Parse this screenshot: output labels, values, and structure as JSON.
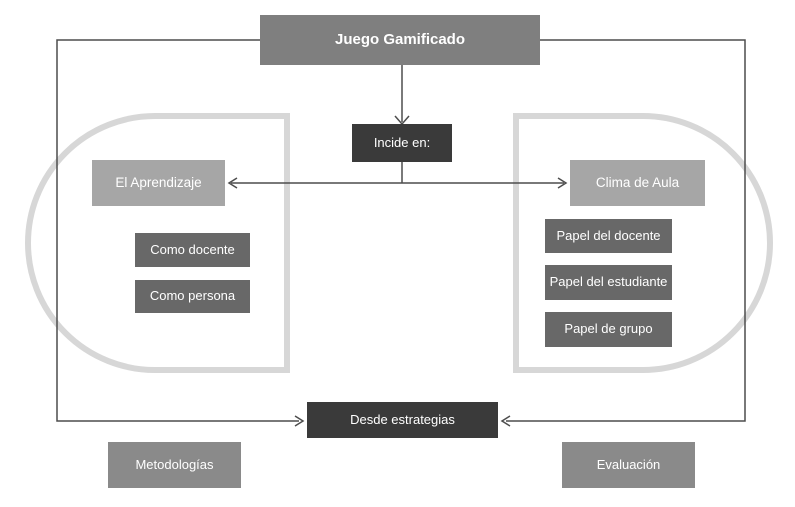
{
  "diagram": {
    "title": "Juego Gamificado",
    "incide_label": "Incide en:",
    "left_group": {
      "heading": "El Aprendizaje",
      "items": [
        "Como docente",
        "Como persona"
      ]
    },
    "right_group": {
      "heading": "Clima de Aula",
      "items": [
        "Papel del docente",
        "Papel del estudiante",
        "Papel de grupo"
      ]
    },
    "bottom": {
      "center": "Desde estrategias",
      "left": "Metodologías",
      "right": "Evaluación"
    },
    "colors": {
      "title_box": "#7f7f7f",
      "dark_box": "#3a3a3a",
      "heading_box": "#a6a6a6",
      "item_box": "#686868",
      "bottom_box": "#8a8a8a",
      "group_outline": "#d7d7d7",
      "connector_line": "#4d4d4d",
      "text": "#ffffff"
    }
  }
}
